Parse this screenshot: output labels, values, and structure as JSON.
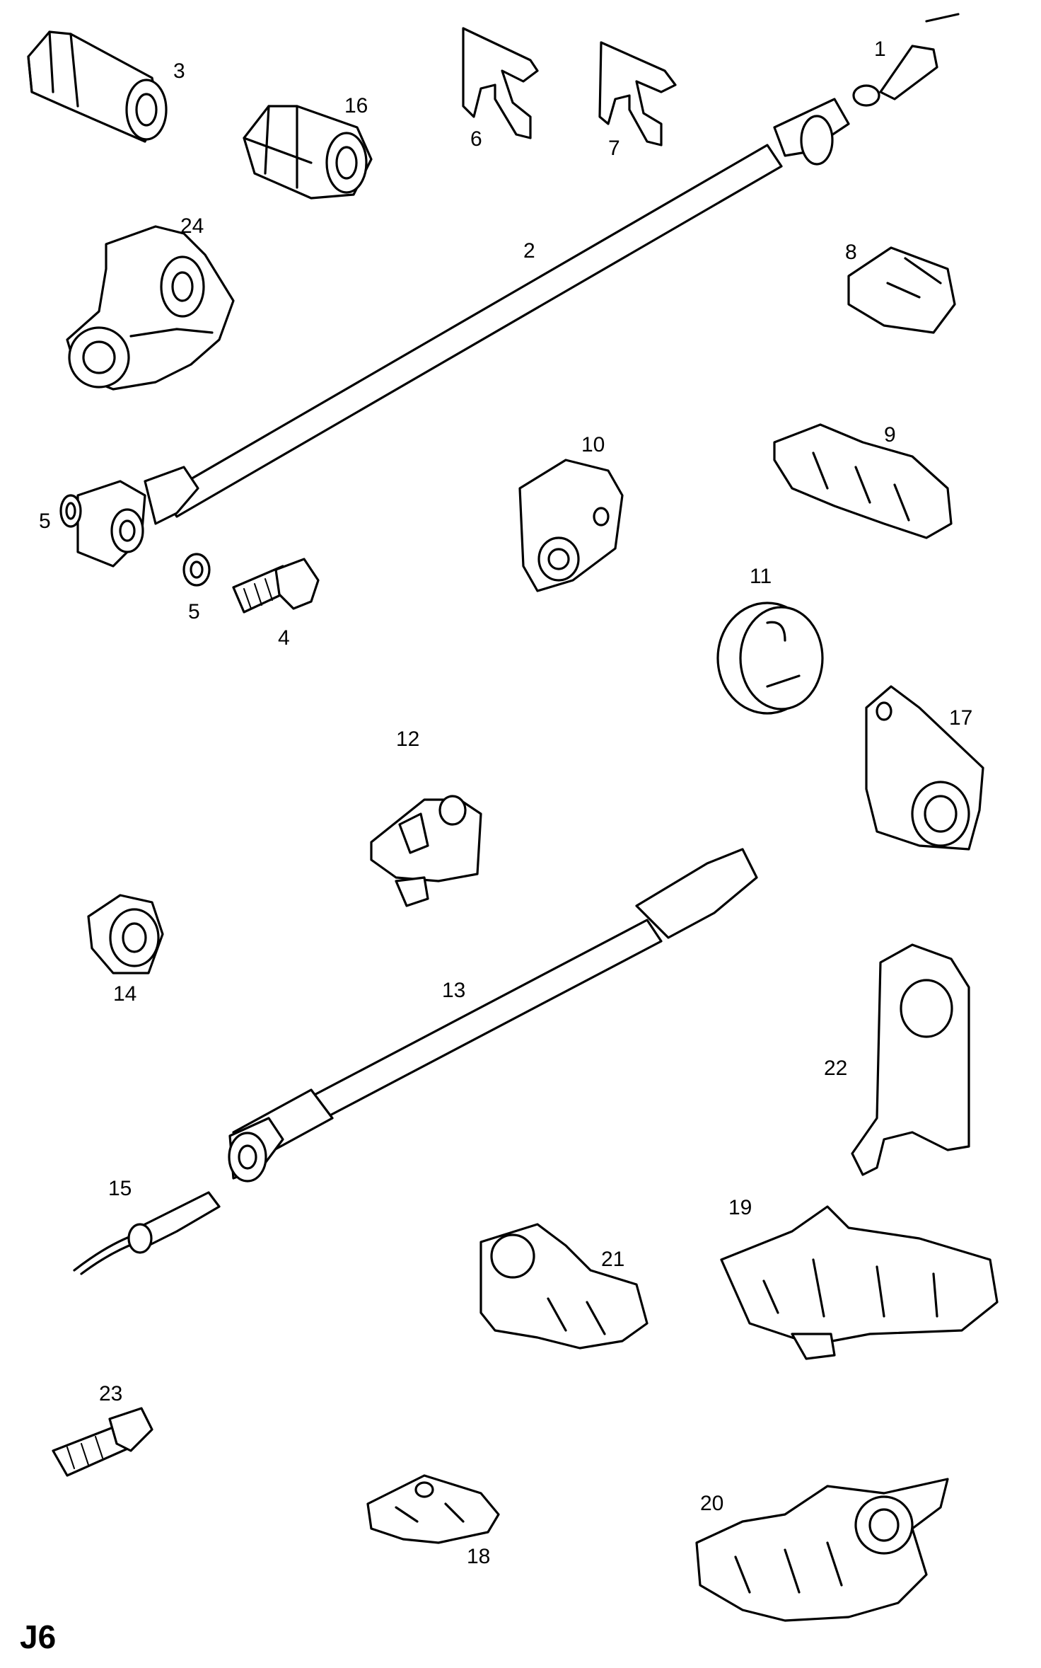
{
  "diagram": {
    "page_code": "J6",
    "parts": [
      {
        "id": "1",
        "label": "1"
      },
      {
        "id": "2",
        "label": "2"
      },
      {
        "id": "3",
        "label": "3"
      },
      {
        "id": "4",
        "label": "4"
      },
      {
        "id": "5a",
        "label": "5"
      },
      {
        "id": "5b",
        "label": "5"
      },
      {
        "id": "6",
        "label": "6"
      },
      {
        "id": "7",
        "label": "7"
      },
      {
        "id": "8",
        "label": "8"
      },
      {
        "id": "9",
        "label": "9"
      },
      {
        "id": "10",
        "label": "10"
      },
      {
        "id": "11",
        "label": "11"
      },
      {
        "id": "12",
        "label": "12"
      },
      {
        "id": "13",
        "label": "13"
      },
      {
        "id": "14",
        "label": "14"
      },
      {
        "id": "15",
        "label": "15"
      },
      {
        "id": "16",
        "label": "16"
      },
      {
        "id": "17",
        "label": "17"
      },
      {
        "id": "18",
        "label": "18"
      },
      {
        "id": "19",
        "label": "19"
      },
      {
        "id": "20",
        "label": "20"
      },
      {
        "id": "21",
        "label": "21"
      },
      {
        "id": "22",
        "label": "22"
      },
      {
        "id": "23",
        "label": "23"
      },
      {
        "id": "24",
        "label": "24"
      }
    ]
  }
}
